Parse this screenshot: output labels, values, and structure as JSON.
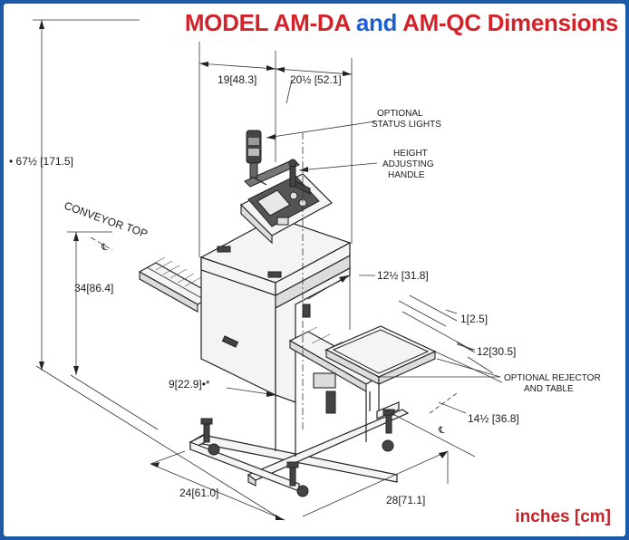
{
  "title": {
    "part1": "MODEL AM-DA",
    "part2": "and",
    "part3": "AM-QC Dimensions"
  },
  "colors": {
    "frame": "#1c5aa6",
    "title_red": "#d3232a",
    "title_blue": "#1f5fd0"
  },
  "units_label": "inches [cm]",
  "labels": {
    "width_left": "19[48.3]",
    "width_right": "20½ [52.1]",
    "status_lights_1": "OPTIONAL",
    "status_lights_2": "STATUS LIGHTS",
    "handle_1": "HEIGHT",
    "handle_2": "ADJUSTING",
    "handle_3": "HANDLE",
    "overall_height": "• 67½ [171.5]",
    "conveyor_top_1": "CONVEYOR",
    "conveyor_top_2": "TOP",
    "conveyor_height": "34[86.4]",
    "opening_width": "12½ [31.8]",
    "gap": "1[2.5]",
    "table_depth": "12[30.5]",
    "rejector_1": "OPTIONAL REJECTOR",
    "rejector_2": "AND TABLE",
    "leg_spacing": "9[22.9]•*",
    "table_width": "14½ [36.8]",
    "base_width": "24[61.0]",
    "base_length": "28[71.1]"
  }
}
